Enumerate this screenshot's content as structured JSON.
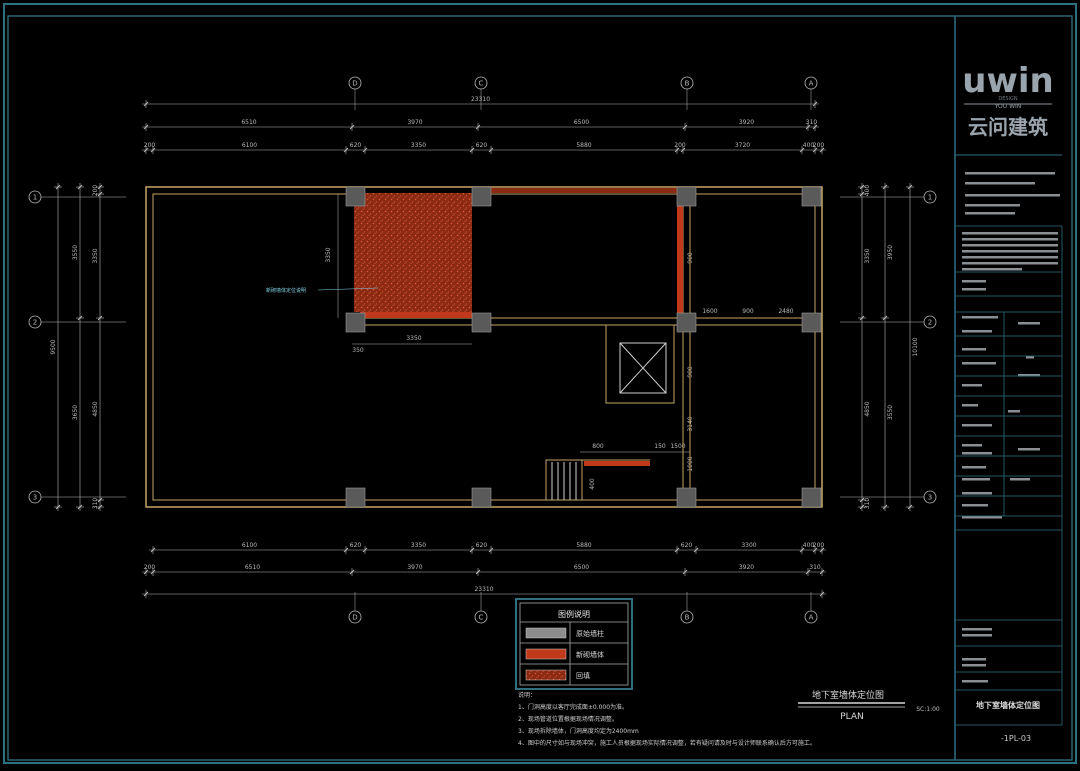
{
  "titleblock": {
    "logo_main": "uwin",
    "logo_design": "DESIGN",
    "logo_sub": "YOU WIN",
    "logo_cn": "云问建筑",
    "drawing_name": "地下室墙体定位图",
    "sheet_no": "-1PL-03"
  },
  "drawing": {
    "title": "地下室墙体定位图",
    "subtitle": "PLAN",
    "scale": "SC:1:00"
  },
  "grid_labels": {
    "top": [
      "D",
      "C",
      "B",
      "A"
    ],
    "left": [
      "1",
      "2",
      "3"
    ],
    "right": [
      "1",
      "2",
      "3"
    ]
  },
  "dims": {
    "top_total": "23310",
    "top_row1": [
      "6510",
      "3970",
      "6500",
      "3920",
      "310"
    ],
    "top_row2": [
      "200",
      "6100",
      "620",
      "3350",
      "620",
      "5880",
      "200",
      "3720",
      "400",
      "200"
    ],
    "bottom_row1": [
      "6100",
      "620",
      "3350",
      "620",
      "5880",
      "620",
      "3300",
      "400",
      "200"
    ],
    "bottom_row2": [
      "200",
      "6510",
      "3970",
      "6500",
      "3920",
      "310"
    ],
    "bottom_total": "23310",
    "left_outer": [
      "9500"
    ],
    "left_mid": [
      "3550",
      "3650"
    ],
    "left_inner": [
      "200",
      "3350",
      "4850",
      "310"
    ],
    "right_outer": [
      "10100"
    ],
    "right_mid": [
      "3950",
      "3550"
    ],
    "right_inner": [
      "400",
      "3350",
      "4850",
      "310"
    ],
    "interior": [
      "3350",
      "350",
      "3350",
      "900",
      "1600",
      "900",
      "2480",
      "900",
      "3140",
      "800",
      "150",
      "1500",
      "1000",
      "400"
    ]
  },
  "annotation_label": "新砌墙体定位说明",
  "legend": {
    "title": "图例说明",
    "items": [
      {
        "label": "原始墙柱",
        "swatch": "#8c8c8c"
      },
      {
        "label": "新砌墙体",
        "swatch": "#c0391b"
      },
      {
        "label": "回填",
        "swatch": "#b33a1c"
      }
    ]
  },
  "notes": {
    "heading": "说明：",
    "lines": [
      "1、门洞高度以客厅完成面±0.000为准。",
      "2、现场管道位置根据现场情况调整。",
      "3、现场拆除墙体，门洞高度均定为2400mm",
      "4、图中的尺寸如与现场冲突，施工人员根据现场实际情况调整，若有疑问请及时与设计师联系确认后方可施工。"
    ]
  },
  "colors": {
    "frame": "#2f6f80",
    "wall": "#c8a663",
    "column": "#5a5a5a",
    "new_wall": "#c0391b",
    "dim": "#b8b8b8",
    "label": "#7fd3e6"
  }
}
